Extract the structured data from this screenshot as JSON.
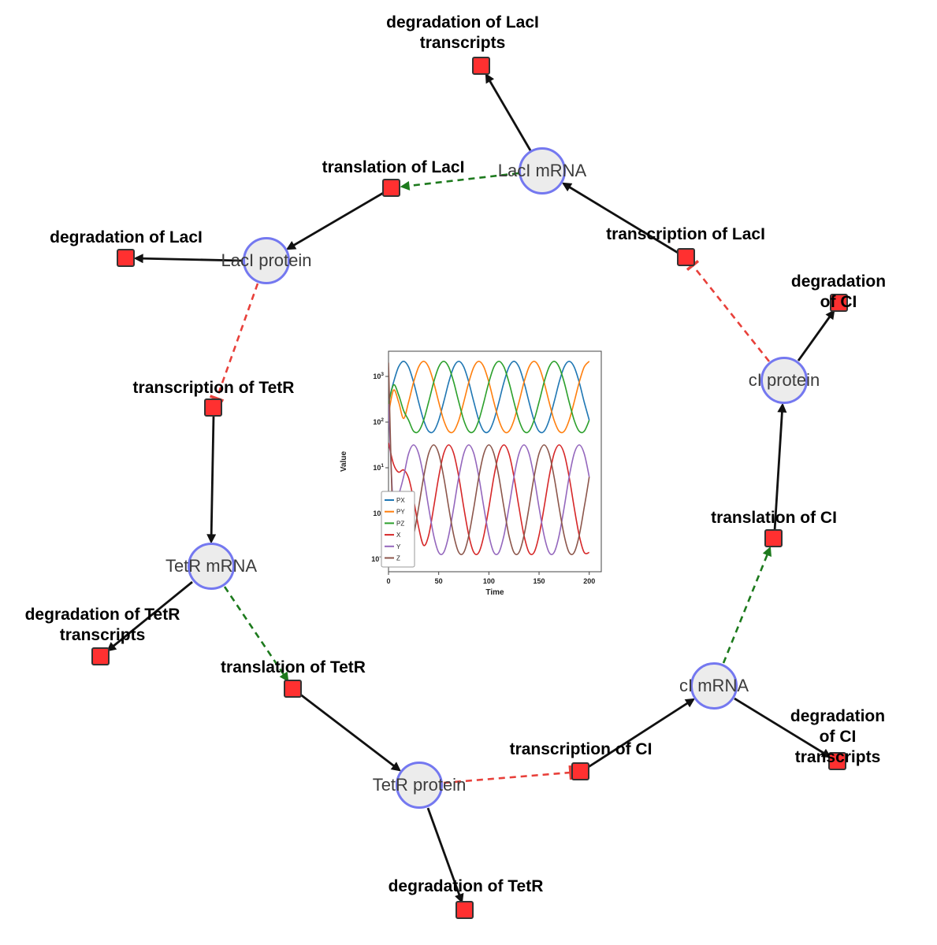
{
  "diagram": {
    "species": [
      {
        "label": "LacI mRNA"
      },
      {
        "label": "LacI protein"
      },
      {
        "label": "TetR mRNA"
      },
      {
        "label": "TetR protein"
      },
      {
        "label": "cI mRNA"
      },
      {
        "label": "cI protein"
      }
    ],
    "reactions": [
      {
        "label": "degradation of LacI\ntranscripts"
      },
      {
        "label": "translation of LacI"
      },
      {
        "label": "transcription of LacI"
      },
      {
        "label": "degradation of LacI"
      },
      {
        "label": "degradation of CI"
      },
      {
        "label": "transcription of TetR"
      },
      {
        "label": "translation of CI"
      },
      {
        "label": "degradation of TetR\ntranscripts"
      },
      {
        "label": "translation of TetR"
      },
      {
        "label": "transcription of CI"
      },
      {
        "label": "degradation of CI\ntranscripts"
      },
      {
        "label": "degradation of TetR"
      }
    ],
    "colors": {
      "species_fill": "#ececec",
      "species_border": "#7478f0",
      "reaction_fill": "#ff3030",
      "reaction_border": "#333333",
      "edge_main": "#111111",
      "edge_modifier": "#1d7a1d",
      "edge_inhibition": "#e8403a"
    }
  },
  "chart_data": {
    "type": "line",
    "title": "",
    "xlabel": "Time",
    "ylabel": "Value",
    "yscale": "log",
    "xlim": [
      0,
      212
    ],
    "ylim": [
      0.053,
      3560
    ],
    "xticks": [
      0,
      50,
      100,
      150,
      200
    ],
    "yticks": [
      0.1,
      1,
      10,
      100,
      1000
    ],
    "legend_position": "lower left",
    "x": [
      0,
      5,
      10,
      15,
      20,
      25,
      30,
      35,
      40,
      45,
      50,
      55,
      60,
      65,
      70,
      75,
      80,
      85,
      90,
      95,
      100,
      105,
      110,
      115,
      120,
      125,
      130,
      135,
      140,
      145,
      150,
      155,
      160,
      165,
      170,
      175,
      180,
      185,
      190,
      195,
      200
    ],
    "series": [
      {
        "name": "PX",
        "color": "#1f77b4",
        "values": [
          275,
          746,
          1607,
          2138,
          1607,
          746,
          275,
          110,
          63,
          63,
          110,
          275,
          746,
          1607,
          2138,
          1607,
          746,
          275,
          110,
          63,
          63,
          110,
          275,
          746,
          1607,
          2138,
          1607,
          746,
          275,
          110,
          63,
          63,
          110,
          275,
          746,
          1607,
          2138,
          1607,
          746,
          275,
          110
        ]
      },
      {
        "name": "PY",
        "color": "#ff7f0e",
        "values": [
          150,
          500,
          280,
          120,
          275,
          746,
          1607,
          2138,
          1607,
          746,
          275,
          110,
          63,
          63,
          110,
          275,
          746,
          1607,
          2138,
          1607,
          746,
          275,
          110,
          63,
          63,
          110,
          275,
          746,
          1607,
          2138,
          1607,
          746,
          275,
          110,
          63,
          63,
          110,
          275,
          746,
          1607,
          2138
        ]
      },
      {
        "name": "PZ",
        "color": "#2ca02c",
        "values": [
          250,
          650,
          400,
          180,
          110,
          63,
          63,
          110,
          275,
          746,
          1607,
          2138,
          1607,
          746,
          275,
          110,
          63,
          63,
          110,
          275,
          746,
          1607,
          2138,
          1607,
          746,
          275,
          110,
          63,
          63,
          110,
          275,
          746,
          1607,
          2138,
          1607,
          746,
          275,
          110,
          63,
          63,
          110
        ]
      },
      {
        "name": "X",
        "color": "#d62728",
        "values": [
          35,
          12,
          8,
          9,
          6,
          2,
          0.5,
          0.2,
          0.33,
          1.35,
          6.3,
          20.4,
          31.6,
          20.4,
          6.3,
          1.35,
          0.33,
          0.14,
          0.14,
          0.33,
          1.35,
          6.3,
          20.4,
          31.6,
          20.4,
          6.3,
          1.35,
          0.33,
          0.14,
          0.14,
          0.33,
          1.35,
          6.3,
          20.4,
          31.6,
          20.4,
          6.3,
          1.35,
          0.33,
          0.14,
          0.14
        ]
      },
      {
        "name": "Y",
        "color": "#9467bd",
        "values": [
          250,
          1.2,
          2.5,
          6.3,
          20.4,
          31.6,
          20.4,
          6.3,
          1.35,
          0.33,
          0.14,
          0.14,
          0.33,
          1.35,
          6.3,
          20.4,
          31.6,
          20.4,
          6.3,
          1.35,
          0.33,
          0.14,
          0.14,
          0.33,
          1.35,
          6.3,
          20.4,
          31.6,
          20.4,
          6.3,
          1.35,
          0.33,
          0.14,
          0.14,
          0.33,
          1.35,
          6.3,
          20.4,
          31.6,
          20.4,
          6.3
        ]
      },
      {
        "name": "Z",
        "color": "#8c564b",
        "values": [
          2000,
          0.3,
          0.33,
          0.14,
          0.14,
          0.33,
          1.35,
          6.3,
          20.4,
          31.6,
          20.4,
          6.3,
          1.35,
          0.33,
          0.14,
          0.14,
          0.33,
          1.35,
          6.3,
          20.4,
          31.6,
          20.4,
          6.3,
          1.35,
          0.33,
          0.14,
          0.14,
          0.33,
          1.35,
          6.3,
          20.4,
          31.6,
          20.4,
          6.3,
          1.35,
          0.33,
          0.14,
          0.14,
          0.33,
          1.35,
          6.3
        ]
      }
    ]
  }
}
